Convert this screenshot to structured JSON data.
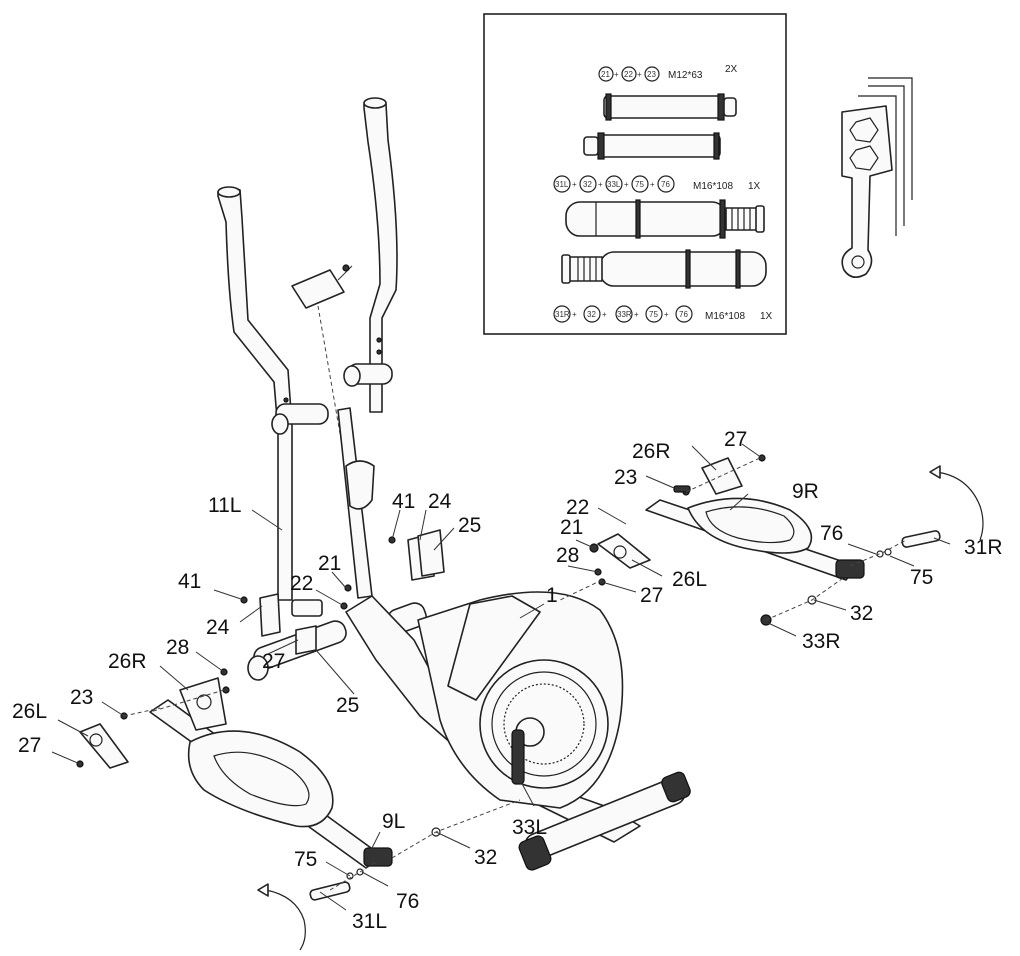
{
  "callouts": {
    "p_1": "1",
    "p_11L": "11L",
    "p_41_a": "41",
    "p_24_a": "24",
    "p_25_a": "25",
    "p_21_a": "21",
    "p_22_a": "22",
    "p_41_b": "41",
    "p_24_b": "24",
    "p_27_a": "27",
    "p_25_b": "25",
    "p_26R_a": "26R",
    "p_28_a": "28",
    "p_26L_a": "26L",
    "p_23_a": "23",
    "p_27_b": "27",
    "p_9L": "9L",
    "p_75_a": "75",
    "p_76_a": "76",
    "p_31L": "31L",
    "p_32_a": "32",
    "p_33L": "33L",
    "p_27_c": "27",
    "p_26R_b": "26R",
    "p_23_b": "23",
    "p_22_b": "22",
    "p_21_b": "21",
    "p_28_b": "28",
    "p_9R": "9R",
    "p_26L_b": "26L",
    "p_27_d": "27",
    "p_76_b": "76",
    "p_31R": "31R",
    "p_75_b": "75",
    "p_32_b": "32",
    "p_33R": "33R"
  },
  "inset": {
    "row1_parts": [
      "21",
      "22",
      "23"
    ],
    "row1_spec": "M12*63",
    "row1_qty": "2X",
    "row2_parts": [
      "31L",
      "32",
      "33L",
      "75",
      "76"
    ],
    "row2_spec": "M16*108",
    "row2_qty": "1X",
    "row3_parts": [
      "31R",
      "32",
      "33R",
      "75",
      "76"
    ],
    "row3_spec": "M16*108",
    "row3_qty": "1X"
  }
}
